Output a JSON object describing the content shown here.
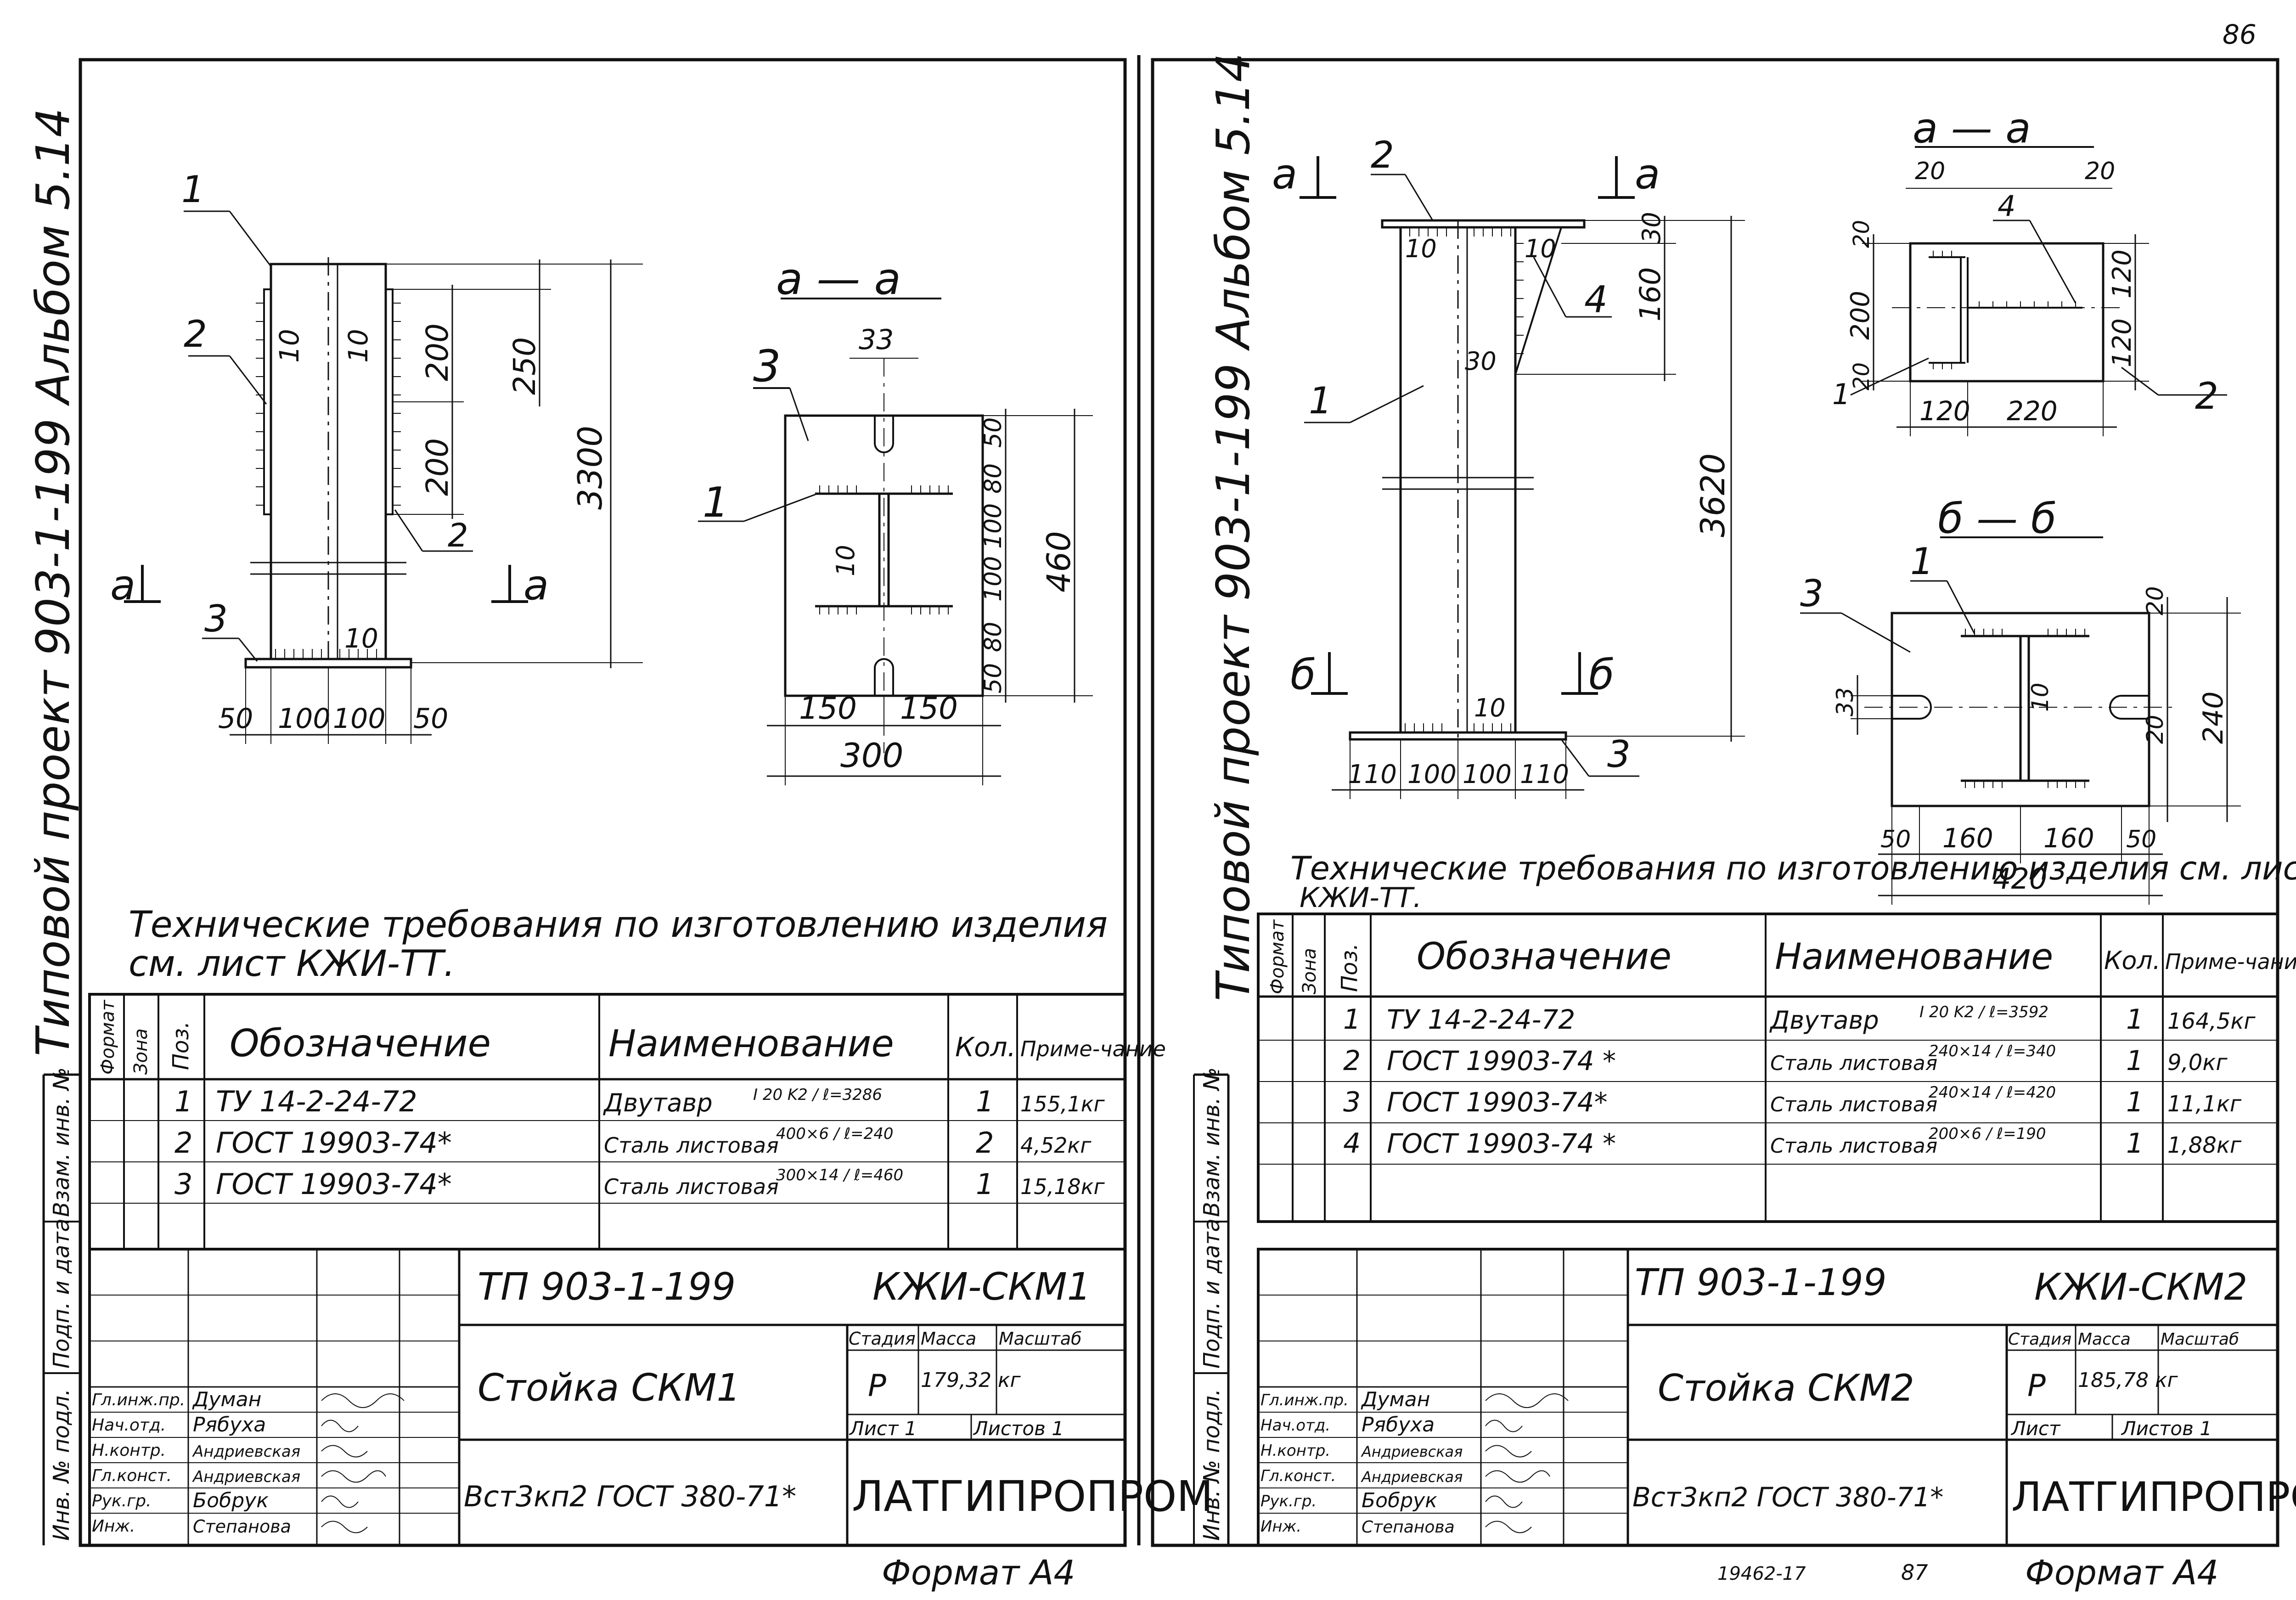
{
  "page_number": "86",
  "bottom_note": "19462-17",
  "bottom_page": "87",
  "format_label": "Формат А4",
  "left": {
    "side_title": "Типовой проект 903-1-199 Альбом 5.14",
    "side_stamp": [
      "Инв. № подл.",
      "Подп. и дата",
      "Взам. инв. №"
    ],
    "section_title": "а — а",
    "cut_mark": "а",
    "callouts": [
      "1",
      "2",
      "3",
      "2",
      "3",
      "1"
    ],
    "weld_marks": [
      "10",
      "10",
      "10",
      "10"
    ],
    "dims_elevation": [
      "250",
      "200",
      "200",
      "3300"
    ],
    "dims_base": [
      "50",
      "100",
      "100",
      "50"
    ],
    "dims_section_top": "33",
    "dims_section_right": [
      "50",
      "80",
      "100",
      "100",
      "80",
      "50"
    ],
    "dims_section_height": "460",
    "dims_section_bottom": [
      "150",
      "150",
      "300"
    ],
    "tech_req": [
      "Технические требования по изготовлению изделия",
      "см. лист КЖИ-ТТ."
    ],
    "spec_headers": [
      "Формат",
      "Зона",
      "Поз.",
      "Обозначение",
      "Наименование",
      "Кол.",
      "Приме-чание"
    ],
    "spec_rows": [
      {
        "pos": "1",
        "designation": "ТУ 14-2-24-72",
        "name": "Двутавр",
        "name_note": "I 20 K2 / ℓ=3286",
        "qty": "1",
        "note": "155,1кг"
      },
      {
        "pos": "2",
        "designation": "ГОСТ 19903-74*",
        "name": "Сталь листовая",
        "name_note": "400×6 / ℓ=240",
        "qty": "2",
        "note": "4,52кг"
      },
      {
        "pos": "3",
        "designation": "ГОСТ 19903-74*",
        "name": "Сталь листовая",
        "name_note": "300×14 / ℓ=460",
        "qty": "1",
        "note": "15,18кг"
      }
    ],
    "title_code": "ТП 903-1-199",
    "title_mark": "КЖИ-СКМ1",
    "title_name": "Стойка СКМ1",
    "stage_head": [
      "Стадия",
      "Масса",
      "Масштаб"
    ],
    "stage": "Р",
    "mass": "179,32 кг",
    "sheet_label": "Лист 1",
    "sheets_label": "Листов 1",
    "material": "Вст3кп2 ГОСТ 380-71*",
    "org": "ЛАТГИПРОПРОМ",
    "roles": [
      "Гл.инж.пр.",
      "Нач.отд.",
      "Н.контр.",
      "Гл.конст.",
      "Рук.гр.",
      "Инж."
    ],
    "names": [
      "Думан",
      "Рябуха",
      "Андриевская",
      "Андриевская",
      "Бобрук",
      "Степанова"
    ]
  },
  "right": {
    "side_title": "Типовой проект 903-1-199 Альбом 5.14",
    "side_stamp": [
      "Инв. № подл.",
      "Подп. и дата",
      "Взам. инв. №"
    ],
    "section_a_title": "а — а",
    "section_b_title": "б — б",
    "cut_mark_a": "а",
    "cut_mark_b": "б",
    "callouts": [
      "2",
      "4",
      "1",
      "3",
      "4",
      "1",
      "2",
      "1",
      "3"
    ],
    "weld_marks": [
      "10",
      "10",
      "30",
      "10",
      "10"
    ],
    "dims_elevation": [
      "30",
      "160",
      "3620"
    ],
    "dims_base": [
      "110",
      "100",
      "100",
      "110"
    ],
    "dims_a_top": [
      "20",
      "20"
    ],
    "dims_a_left": [
      "20",
      "200",
      "20"
    ],
    "dims_a_right": [
      "120",
      "120"
    ],
    "dims_a_bottom": [
      "120",
      "220"
    ],
    "dims_b_left": "33",
    "dims_b_right": [
      "20",
      "240",
      "20"
    ],
    "dims_b_bottom": [
      "50",
      "160",
      "160",
      "50",
      "420"
    ],
    "tech_req": [
      "Технические требования по изготовлению изделия см. лист",
      "КЖИ-ТТ."
    ],
    "spec_headers": [
      "Формат",
      "Зона",
      "Поз.",
      "Обозначение",
      "Наименование",
      "Кол.",
      "Приме-чание"
    ],
    "spec_rows": [
      {
        "pos": "1",
        "designation": "ТУ 14-2-24-72",
        "name": "Двутавр",
        "name_note": "I 20 K2 / ℓ=3592",
        "qty": "1",
        "note": "164,5кг"
      },
      {
        "pos": "2",
        "designation": "ГОСТ 19903-74 *",
        "name": "Сталь листовая",
        "name_note": "240×14 / ℓ=340",
        "qty": "1",
        "note": "9,0кг"
      },
      {
        "pos": "3",
        "designation": "ГОСТ 19903-74*",
        "name": "Сталь листовая",
        "name_note": "240×14 / ℓ=420",
        "qty": "1",
        "note": "11,1кг"
      },
      {
        "pos": "4",
        "designation": "ГОСТ 19903-74 *",
        "name": "Сталь листовая",
        "name_note": "200×6 / ℓ=190",
        "qty": "1",
        "note": "1,88кг"
      }
    ],
    "title_code": "ТП 903-1-199",
    "title_mark": "КЖИ-СКМ2",
    "title_name": "Стойка СКМ2",
    "stage_head": [
      "Стадия",
      "Масса",
      "Масштаб"
    ],
    "stage": "Р",
    "mass": "185,78 кг",
    "sheet_label": "Лист",
    "sheets_label": "Листов 1",
    "material": "Вст3кп2 ГОСТ 380-71*",
    "org": "ЛАТГИПРОПРОМ",
    "roles": [
      "Гл.инж.пр.",
      "Нач.отд.",
      "Н.контр.",
      "Гл.конст.",
      "Рук.гр.",
      "Инж."
    ],
    "names": [
      "Думан",
      "Рябуха",
      "Андриевская",
      "Андриевская",
      "Бобрук",
      "Степанова"
    ]
  }
}
